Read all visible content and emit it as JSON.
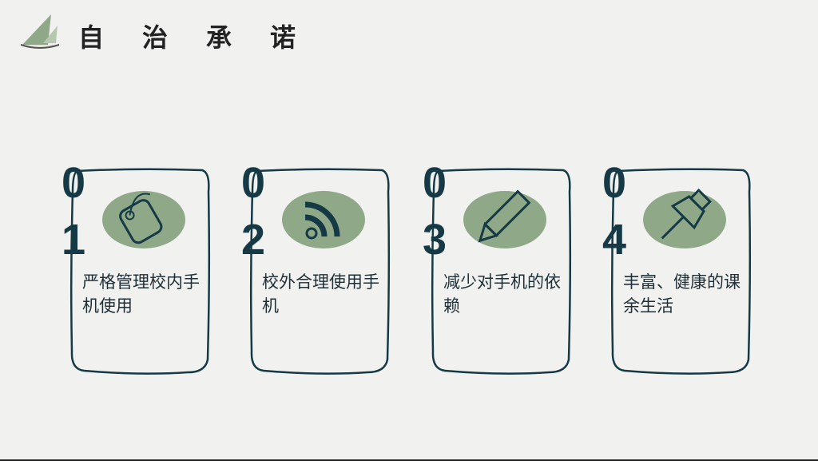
{
  "header": {
    "title_chars": [
      "自",
      "治",
      "承",
      "诺"
    ]
  },
  "cards": [
    {
      "num": [
        "0",
        "1"
      ],
      "text": "严格管理校内手机使用",
      "icon": "tag-icon"
    },
    {
      "num": [
        "0",
        "2"
      ],
      "text": "校外合理使用手机",
      "icon": "rss-icon"
    },
    {
      "num": [
        "0",
        "3"
      ],
      "text": "减少对手机的依赖",
      "icon": "pencil-icon"
    },
    {
      "num": [
        "0",
        "4"
      ],
      "text": "丰富、健康的课余生活",
      "icon": "pin-icon"
    }
  ],
  "colors": {
    "accent": "#163a45",
    "blob": "#8fa888",
    "bg": "#f1f2f0"
  }
}
